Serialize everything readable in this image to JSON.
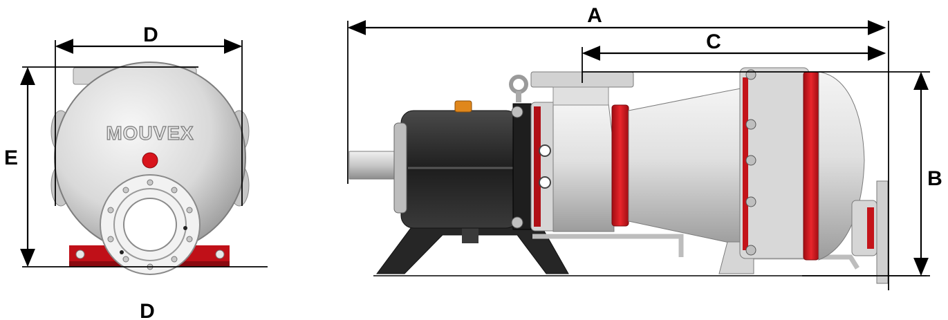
{
  "diagram": {
    "dimension_labels": {
      "front_width_top": "D",
      "front_width_bottom": "D",
      "front_height": "E",
      "side_overall_length": "A",
      "side_partial_length": "C",
      "side_height": "B"
    },
    "brand_logo_text": "MOUVEX",
    "colors": {
      "body_silver": "#d8d8d8",
      "accent_red": "#d8141c",
      "dark_frame": "#2b2b2b",
      "line": "#000000"
    }
  }
}
